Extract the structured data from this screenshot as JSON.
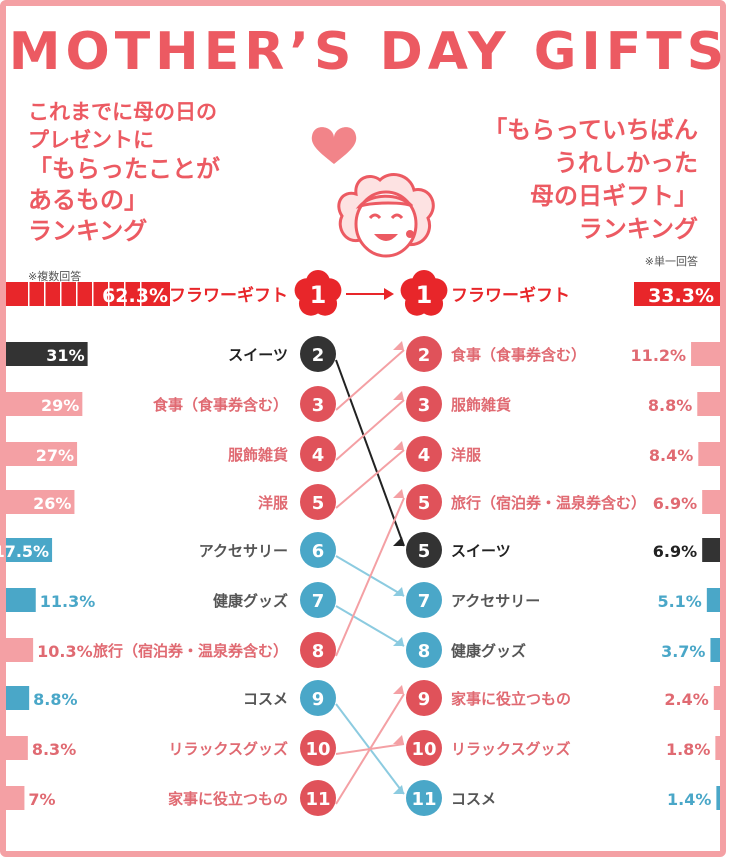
{
  "title": "MOTHER’S DAY GIFTS",
  "left_heading": {
    "line1": "これまでに母の日の",
    "line2": "プレゼントに",
    "line3": "「もらったことが",
    "line4": "あるもの」",
    "line5": "ランキング",
    "note": "※複数回答"
  },
  "right_heading": {
    "line1": "「もらっていちばん",
    "line2": "うれしかった",
    "line3": "母の日ギフト」",
    "line4": "ランキング",
    "note": "※単一回答"
  },
  "colors": {
    "accent": "#ec5a62",
    "pink": "#f4a0a4",
    "blue": "#4aa7c8",
    "dark": "#333333",
    "red": "#e8262a",
    "line_pink": "#f4a0a4",
    "line_blue": "#8ccbe0"
  },
  "chart_data": [
    {
      "type": "bar",
      "title": "これまでに母の日のプレゼントに「もらったことがあるもの」ランキング",
      "unit": "%",
      "categories": [
        "フラワーギフト",
        "スイーツ",
        "食事（食事券含む）",
        "服飾雑貨",
        "洋服",
        "アクセサリー",
        "健康グッズ",
        "旅行（宿泊券・温泉券含む）",
        "コスメ",
        "リラックスグッズ",
        "家事に役立つもの"
      ],
      "ranks": [
        "1",
        "2",
        "3",
        "4",
        "5",
        "6",
        "7",
        "8",
        "9",
        "10",
        "11"
      ],
      "values": [
        62.3,
        31,
        29,
        27,
        26,
        17.5,
        11.3,
        10.3,
        8.8,
        8.3,
        7
      ],
      "value_labels": [
        "62.3%",
        "31%",
        "29%",
        "27%",
        "26%",
        "17.5%",
        "11.3%",
        "10.3%",
        "8.8%",
        "8.3%",
        "7%"
      ],
      "colors": [
        "#e8262a",
        "#333333",
        "#f4a0a4",
        "#f4a0a4",
        "#f4a0a4",
        "#4aa7c8",
        "#4aa7c8",
        "#f4a0a4",
        "#4aa7c8",
        "#f4a0a4",
        "#f4a0a4"
      ]
    },
    {
      "type": "bar",
      "title": "「もらっていちばんうれしかった母の日ギフト」ランキング",
      "unit": "%",
      "categories": [
        "フラワーギフト",
        "食事（食事券含む）",
        "服飾雑貨",
        "洋服",
        "旅行（宿泊券・温泉券含む）",
        "スイーツ",
        "アクセサリー",
        "健康グッズ",
        "家事に役立つもの",
        "リラックスグッズ",
        "コスメ"
      ],
      "ranks": [
        "1",
        "2",
        "3",
        "4",
        "5",
        "5",
        "7",
        "8",
        "9",
        "10",
        "11"
      ],
      "values": [
        33.3,
        11.2,
        8.8,
        8.4,
        6.9,
        6.9,
        5.1,
        3.7,
        2.4,
        1.8,
        1.4
      ],
      "value_labels": [
        "33.3%",
        "11.2%",
        "8.8%",
        "8.4%",
        "6.9%",
        "6.9%",
        "5.1%",
        "3.7%",
        "2.4%",
        "1.8%",
        "1.4%"
      ],
      "colors": [
        "#e8262a",
        "#f4a0a4",
        "#f4a0a4",
        "#f4a0a4",
        "#f4a0a4",
        "#333333",
        "#4aa7c8",
        "#4aa7c8",
        "#f4a0a4",
        "#f4a0a4",
        "#4aa7c8"
      ]
    }
  ],
  "rank_links": [
    [
      0,
      0
    ],
    [
      1,
      5
    ],
    [
      2,
      1
    ],
    [
      3,
      2
    ],
    [
      4,
      3
    ],
    [
      5,
      6
    ],
    [
      6,
      7
    ],
    [
      7,
      4
    ],
    [
      8,
      10
    ],
    [
      9,
      9
    ],
    [
      10,
      8
    ]
  ]
}
